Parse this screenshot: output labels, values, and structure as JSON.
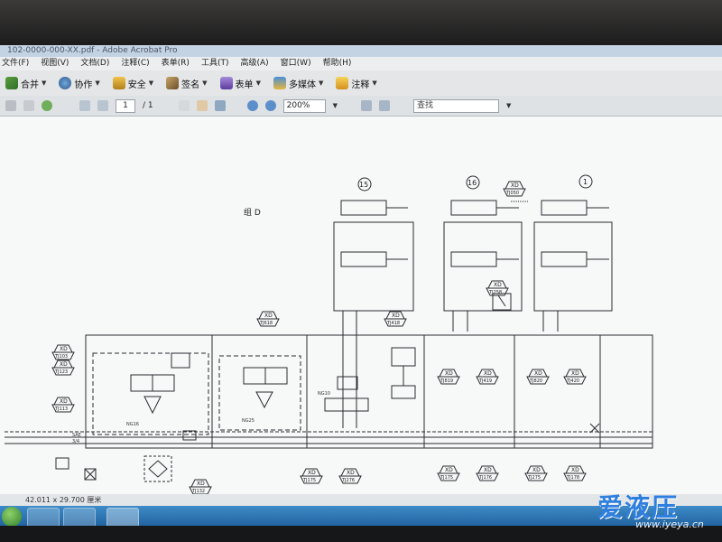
{
  "window": {
    "title": "102-0000-000-XX.pdf - Adobe Acrobat Pro"
  },
  "menu": [
    "文件(F)",
    "视图(V)",
    "文档(D)",
    "注释(C)",
    "表单(R)",
    "工具(T)",
    "高级(A)",
    "窗口(W)",
    "帮助(H)"
  ],
  "toolbar": {
    "buttons": [
      {
        "label": "合并",
        "icon": "combine-icon"
      },
      {
        "label": "协作",
        "icon": "collaborate-icon"
      },
      {
        "label": "安全",
        "icon": "lock-icon"
      },
      {
        "label": "签名",
        "icon": "pen-icon"
      },
      {
        "label": "表单",
        "icon": "form-icon"
      },
      {
        "label": "多媒体",
        "icon": "multimedia-icon"
      },
      {
        "label": "注释",
        "icon": "comment-icon"
      }
    ]
  },
  "nav": {
    "page_current": "1",
    "page_total": "/ 1",
    "zoom": "200%",
    "find_placeholder": "查找"
  },
  "diagram": {
    "group_label": "组 D",
    "circle_labels": [
      "15",
      "16",
      "1"
    ],
    "tags": [
      {
        "top": "XD",
        "bottom": "TJ103"
      },
      {
        "top": "XD",
        "bottom": "TJ123"
      },
      {
        "top": "XD",
        "bottom": "TJ113"
      },
      {
        "top": "XD",
        "bottom": "TJ618"
      },
      {
        "top": "XD",
        "bottom": "TJ418"
      },
      {
        "top": "XD",
        "bottom": "TJ050"
      },
      {
        "top": "XD",
        "bottom": "TJ258"
      },
      {
        "top": "XD",
        "bottom": "TJ819"
      },
      {
        "top": "XD",
        "bottom": "TJ419"
      },
      {
        "top": "XD",
        "bottom": "TJ820"
      },
      {
        "top": "XD",
        "bottom": "TJ420"
      },
      {
        "top": "XD",
        "bottom": "TJ132"
      },
      {
        "top": "XD",
        "bottom": "TJ175"
      },
      {
        "top": "XD",
        "bottom": "TJ276"
      },
      {
        "top": "XD",
        "bottom": "TJ175"
      },
      {
        "top": "XD",
        "bottom": "TJ176"
      },
      {
        "top": "XD",
        "bottom": "TJ275"
      },
      {
        "top": "XD",
        "bottom": "TJ178"
      }
    ],
    "annotations": [
      "NG16",
      "NG25",
      "NG10",
      "SAE",
      "3/4"
    ]
  },
  "status": {
    "page_size": "42.011 x 29.700 厘米"
  },
  "watermark": {
    "logo": "爱液压",
    "url": "www.iyeya.cn"
  }
}
